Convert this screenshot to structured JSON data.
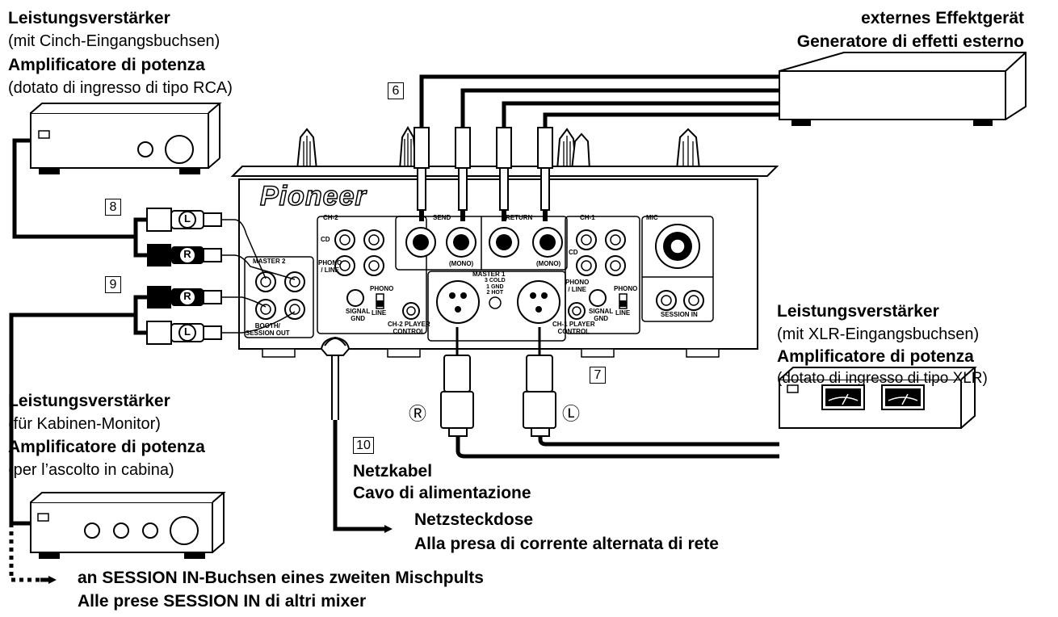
{
  "labels": {
    "amp_rca_de": "Leistungsverstärker",
    "amp_rca_de_sub": "(mit Cinch-Eingangsbuchsen)",
    "amp_rca_it": "Amplificatore di potenza",
    "amp_rca_it_sub": "(dotato di ingresso di tipo RCA)",
    "fx_de": "externes Effektgerät",
    "fx_it": "Generatore di effetti esterno",
    "amp_xlr_de": "Leistungsverstärker",
    "amp_xlr_de_sub": "(mit XLR-Eingangsbuchsen)",
    "amp_xlr_it": "Amplificatore di potenza",
    "amp_xlr_it_sub": "(dotato di ingresso di tipo XLR)",
    "amp_booth_de": "Leistungsverstärker",
    "amp_booth_de_sub": "(für Kabinen-Monitor)",
    "amp_booth_it": "Amplificatore di potenza",
    "amp_booth_it_sub": "(per l’ascolto in cabina)",
    "power_cable_de": "Netzkabel",
    "power_cable_it": "Cavo di alimentazione",
    "outlet_de": "Netzsteckdose",
    "outlet_it": "Alla presa di corrente alternata di rete",
    "session_de": "an SESSION IN-Buchsen eines zweiten Mischpults",
    "session_it": "Alle prese SESSION IN di altri mixer"
  },
  "step_numbers": {
    "n6": "6",
    "n7": "7",
    "n8": "8",
    "n9": "9",
    "n10": "10"
  },
  "plugs": {
    "L": "L",
    "R": "R",
    "xlr_R": "Ⓡ",
    "xlr_L": "Ⓛ"
  },
  "mixer": {
    "brand": "Pioneer",
    "ch2": "CH-2",
    "send": "SEND",
    "return": "RETURN",
    "ch1": "CH-1",
    "mic": "MIC",
    "master2": "MASTER 2",
    "master1": "MASTER 1",
    "booth": "BOOTH/\nSESSION OUT",
    "cd": "CD",
    "phono_line": "PHONO\n/ LINE",
    "phono": "PHONO",
    "line": "LINE",
    "signal_gnd": "SIGNAL\nGND",
    "ch2_control": "CH-2 PLAYER\nCONTROL",
    "ch1_control": "CH-1 PLAYER\nCONTROL",
    "mono": "(MONO)",
    "xlr_pins": "3 COLD\n1 GND\n2 HOT",
    "session_in": "SESSION IN"
  },
  "colors": {
    "line": "#000000",
    "background": "#ffffff"
  }
}
